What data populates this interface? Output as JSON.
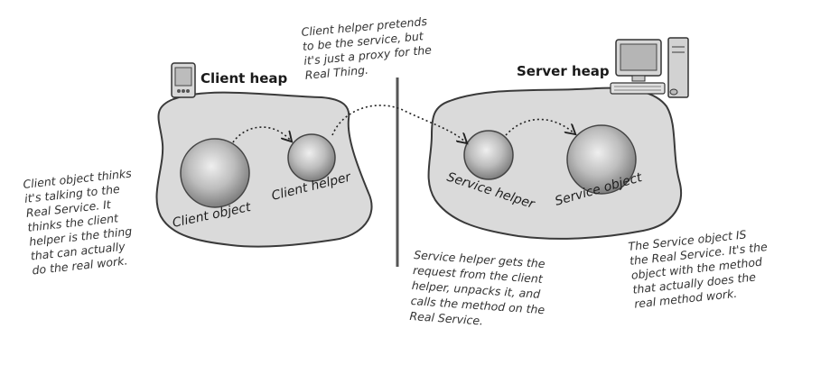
{
  "client": {
    "heap_title": "Client heap",
    "object_label": "Client object",
    "helper_label": "Client helper",
    "device_icon": "pda-icon"
  },
  "server": {
    "heap_title": "Server heap",
    "helper_label": "Service helper",
    "object_label": "Service object",
    "device_icon": "desktop-computer-icon"
  },
  "notes": {
    "proxy": [
      "Client helper pretends",
      "to be the service, but",
      "it's just a proxy for the",
      "Real Thing."
    ],
    "client_object": [
      "Client object thinks",
      "it's talking to the",
      "Real Service. It",
      "thinks the client",
      "helper is the thing",
      "that can actually",
      "do the real work."
    ],
    "service_helper": [
      "Service helper gets the",
      "request from the client",
      "helper, unpacks it, and",
      "calls the method on the",
      "Real Service."
    ],
    "service_object": [
      "The Service object IS",
      "the Real Service. It's the",
      "object with the method",
      "that actually does the",
      "real method work."
    ]
  },
  "colors": {
    "heap_fill": "#dadada",
    "heap_stroke": "#3a3a3a",
    "orb_light": "#e8e8e8",
    "orb_dark": "#8a8a8a",
    "divider": "#555555"
  }
}
